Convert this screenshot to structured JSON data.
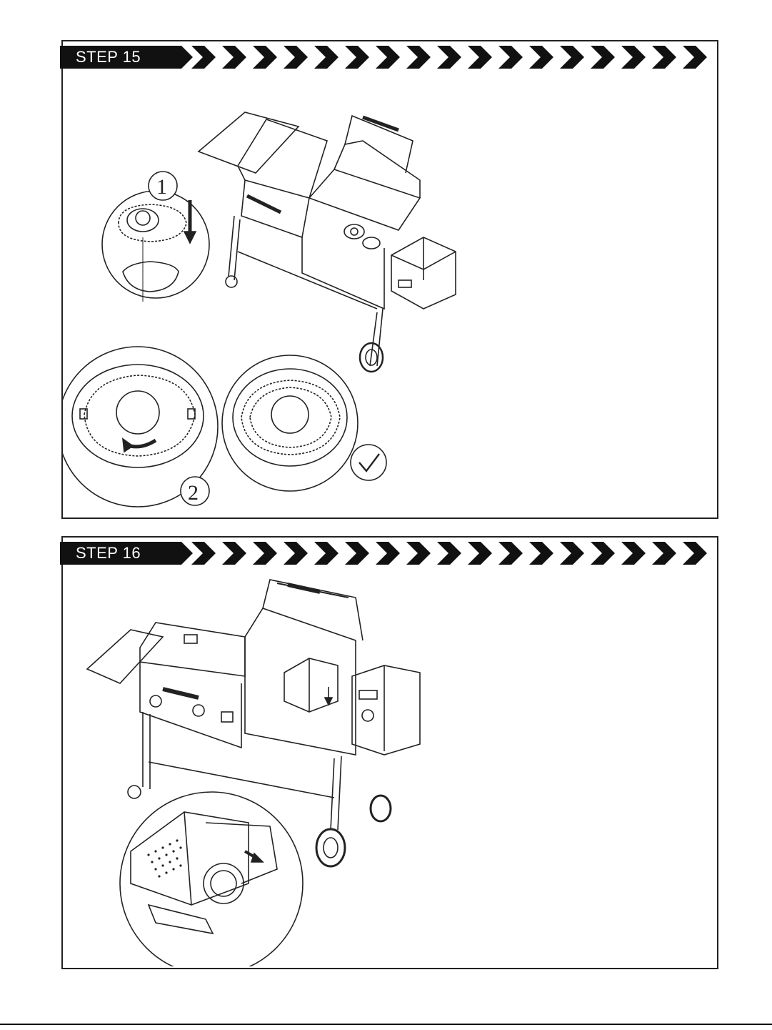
{
  "steps": [
    {
      "label": "STEP 15",
      "callouts": [
        "1",
        "2"
      ]
    },
    {
      "label": "STEP 16"
    }
  ],
  "icons": [
    "chevron-icon",
    "arrow-down-icon",
    "rotate-arrow-icon",
    "checkmark-icon"
  ],
  "colors": {
    "header_bg": "#111111",
    "header_text": "#ffffff",
    "line": "#222222"
  }
}
